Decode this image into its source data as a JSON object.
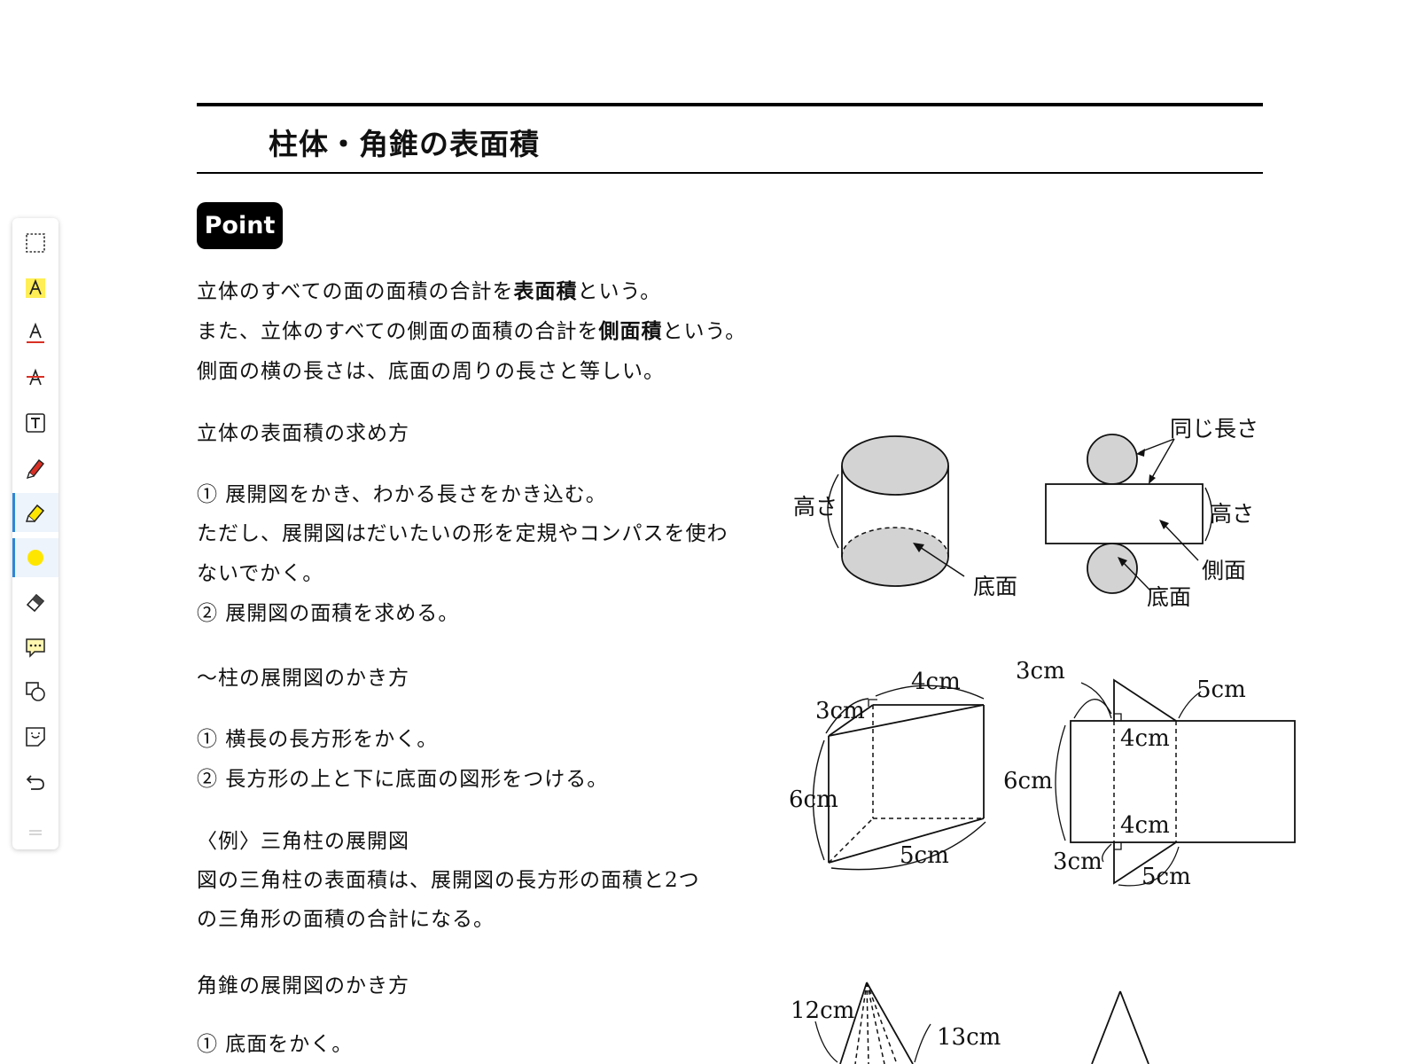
{
  "toolbar": {
    "tools": [
      {
        "name": "select-tool",
        "icon": "dotted-rect-icon"
      },
      {
        "name": "highlight-text-tool",
        "icon": "highlight-a-icon"
      },
      {
        "name": "underline-tool",
        "icon": "underline-a-icon"
      },
      {
        "name": "strikethrough-tool",
        "icon": "strikethrough-a-icon"
      },
      {
        "name": "text-box-tool",
        "icon": "text-box-icon"
      },
      {
        "name": "pen-tool",
        "icon": "pen-icon"
      },
      {
        "name": "highlighter-tool",
        "icon": "highlighter-icon",
        "active": true
      },
      {
        "name": "color-picker",
        "icon": "color-dot-icon",
        "color": "#ffe600"
      },
      {
        "name": "eraser-tool",
        "icon": "eraser-icon"
      },
      {
        "name": "comment-tool",
        "icon": "comment-icon"
      },
      {
        "name": "shape-tool",
        "icon": "shapes-icon"
      },
      {
        "name": "sticker-tool",
        "icon": "sticker-icon"
      },
      {
        "name": "undo-tool",
        "icon": "undo-icon"
      }
    ],
    "accent_color": "#2f86d6"
  },
  "page": {
    "title": "柱体・角錐の表面積",
    "badge": "Point"
  },
  "text": {
    "p1_a": "立体のすべての面の面積の合計を",
    "p1_bold": "表面積",
    "p1_b": "という。",
    "p2_a": "また、立体のすべての側面の面積の合計を",
    "p2_bold": "側面積",
    "p2_b": "という。",
    "p3": "側面の横の長さは、底面の周りの長さと等しい。",
    "h1": "立体の表面積の求め方",
    "s1": "① 展開図をかき、わかる長さをかき込む。",
    "s2": "ただし、展開図はだいたいの形を定規やコンパスを使わ",
    "s3": "ないでかく。",
    "s4": "② 展開図の面積を求める。",
    "h2": "～柱の展開図のかき方",
    "s5": "① 横長の長方形をかく。",
    "s6": "② 長方形の上と下に底面の図形をつける。",
    "ex_h": "〈例〉三角柱の展開図",
    "ex1": "図の三角柱の表面積は、展開図の長方形の面積と2つ",
    "ex2": "の三角形の面積の合計になる。",
    "h3": "角錐の展開図のかき方",
    "s7": "① 底面をかく。"
  },
  "figures": {
    "cyl_height": "高さ",
    "cyl_base": "底面",
    "net_same": "同じ長さ",
    "net_height": "高さ",
    "net_side": "側面",
    "net_base": "底面",
    "prism_4": "4cm",
    "prism_3": "3cm",
    "prism_6": "6cm",
    "prism_5": "5cm",
    "pnet_3top": "3cm",
    "pnet_5top": "5cm",
    "pnet_4top": "4cm",
    "pnet_6": "6cm",
    "pnet_4bot": "4cm",
    "pnet_3bot": "3cm",
    "pnet_5bot": "5cm",
    "pyr_12": "12cm",
    "pyr_13": "13cm"
  }
}
